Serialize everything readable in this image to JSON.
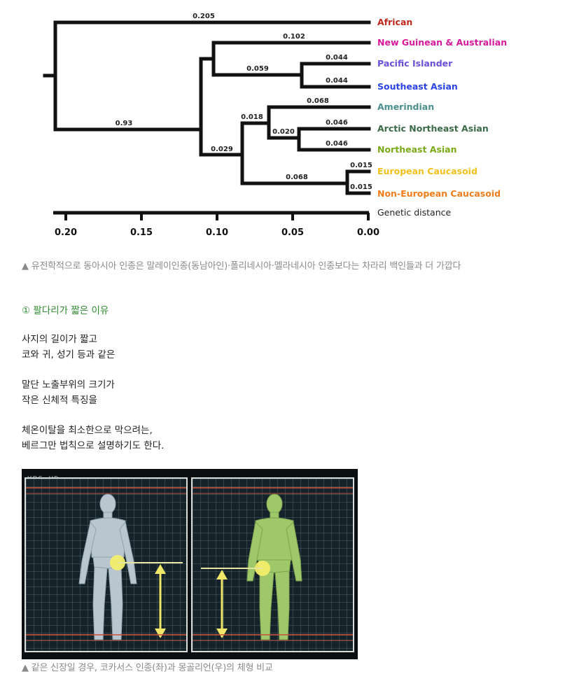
{
  "tree": {
    "leaves": [
      {
        "label": "African",
        "color": "#c0281c"
      },
      {
        "label": "New Guinean & Australian",
        "color": "#d8189a"
      },
      {
        "label": "Pacific Islander",
        "color": "#6a50d8"
      },
      {
        "label": "Southeast Asian",
        "color": "#2a44e6"
      },
      {
        "label": "Amerindian",
        "color": "#4a8e8e"
      },
      {
        "label": "Arctic Northeast Asian",
        "color": "#3a6a46"
      },
      {
        "label": "Northeast Asian",
        "color": "#7aaa16"
      },
      {
        "label": "European Caucasoid",
        "color": "#f2c01a"
      },
      {
        "label": "Non-European Caucasoid",
        "color": "#f07c1a"
      }
    ],
    "branch_labels": [
      "0.205",
      "0.102",
      "0.044",
      "0.059",
      "0.044",
      "0.068",
      "0.018",
      "0.020",
      "0.046",
      "0.93",
      "0.046",
      "0.029",
      "0.015",
      "0.068",
      "0.015"
    ],
    "axis": {
      "title": "Genetic distance",
      "ticks": [
        "0.20",
        "0.15",
        "0.10",
        "0.05",
        "0.00"
      ],
      "tick_values": [
        0.2,
        0.15,
        0.1,
        0.05,
        0.0
      ]
    }
  },
  "caption1": "▲ 유전학적으로 동아시아 인종은 말레이인종(동남아인)·폴리네시아·멜라네시아 인종보다는 차라리 백인들과 더 가깝다",
  "heading": "① 팔다리가 짧은 이유",
  "paragraphs": [
    [
      "사지의 길이가 짧고",
      "코와 귀, 성기 등과 같은"
    ],
    [
      "말단 노출부위의 크기가",
      "작은 신체적 특징을"
    ],
    [
      "체온이탈을 최소한으로 막으려는,",
      "베르그만 법칙으로 설명하기도 한다."
    ]
  ],
  "figure": {
    "logo": "KBS HD"
  },
  "caption2": "▲ 같은 신장일 경우, 코카서스 인종(좌)과 몽골리언(우)의 체형 비교"
}
